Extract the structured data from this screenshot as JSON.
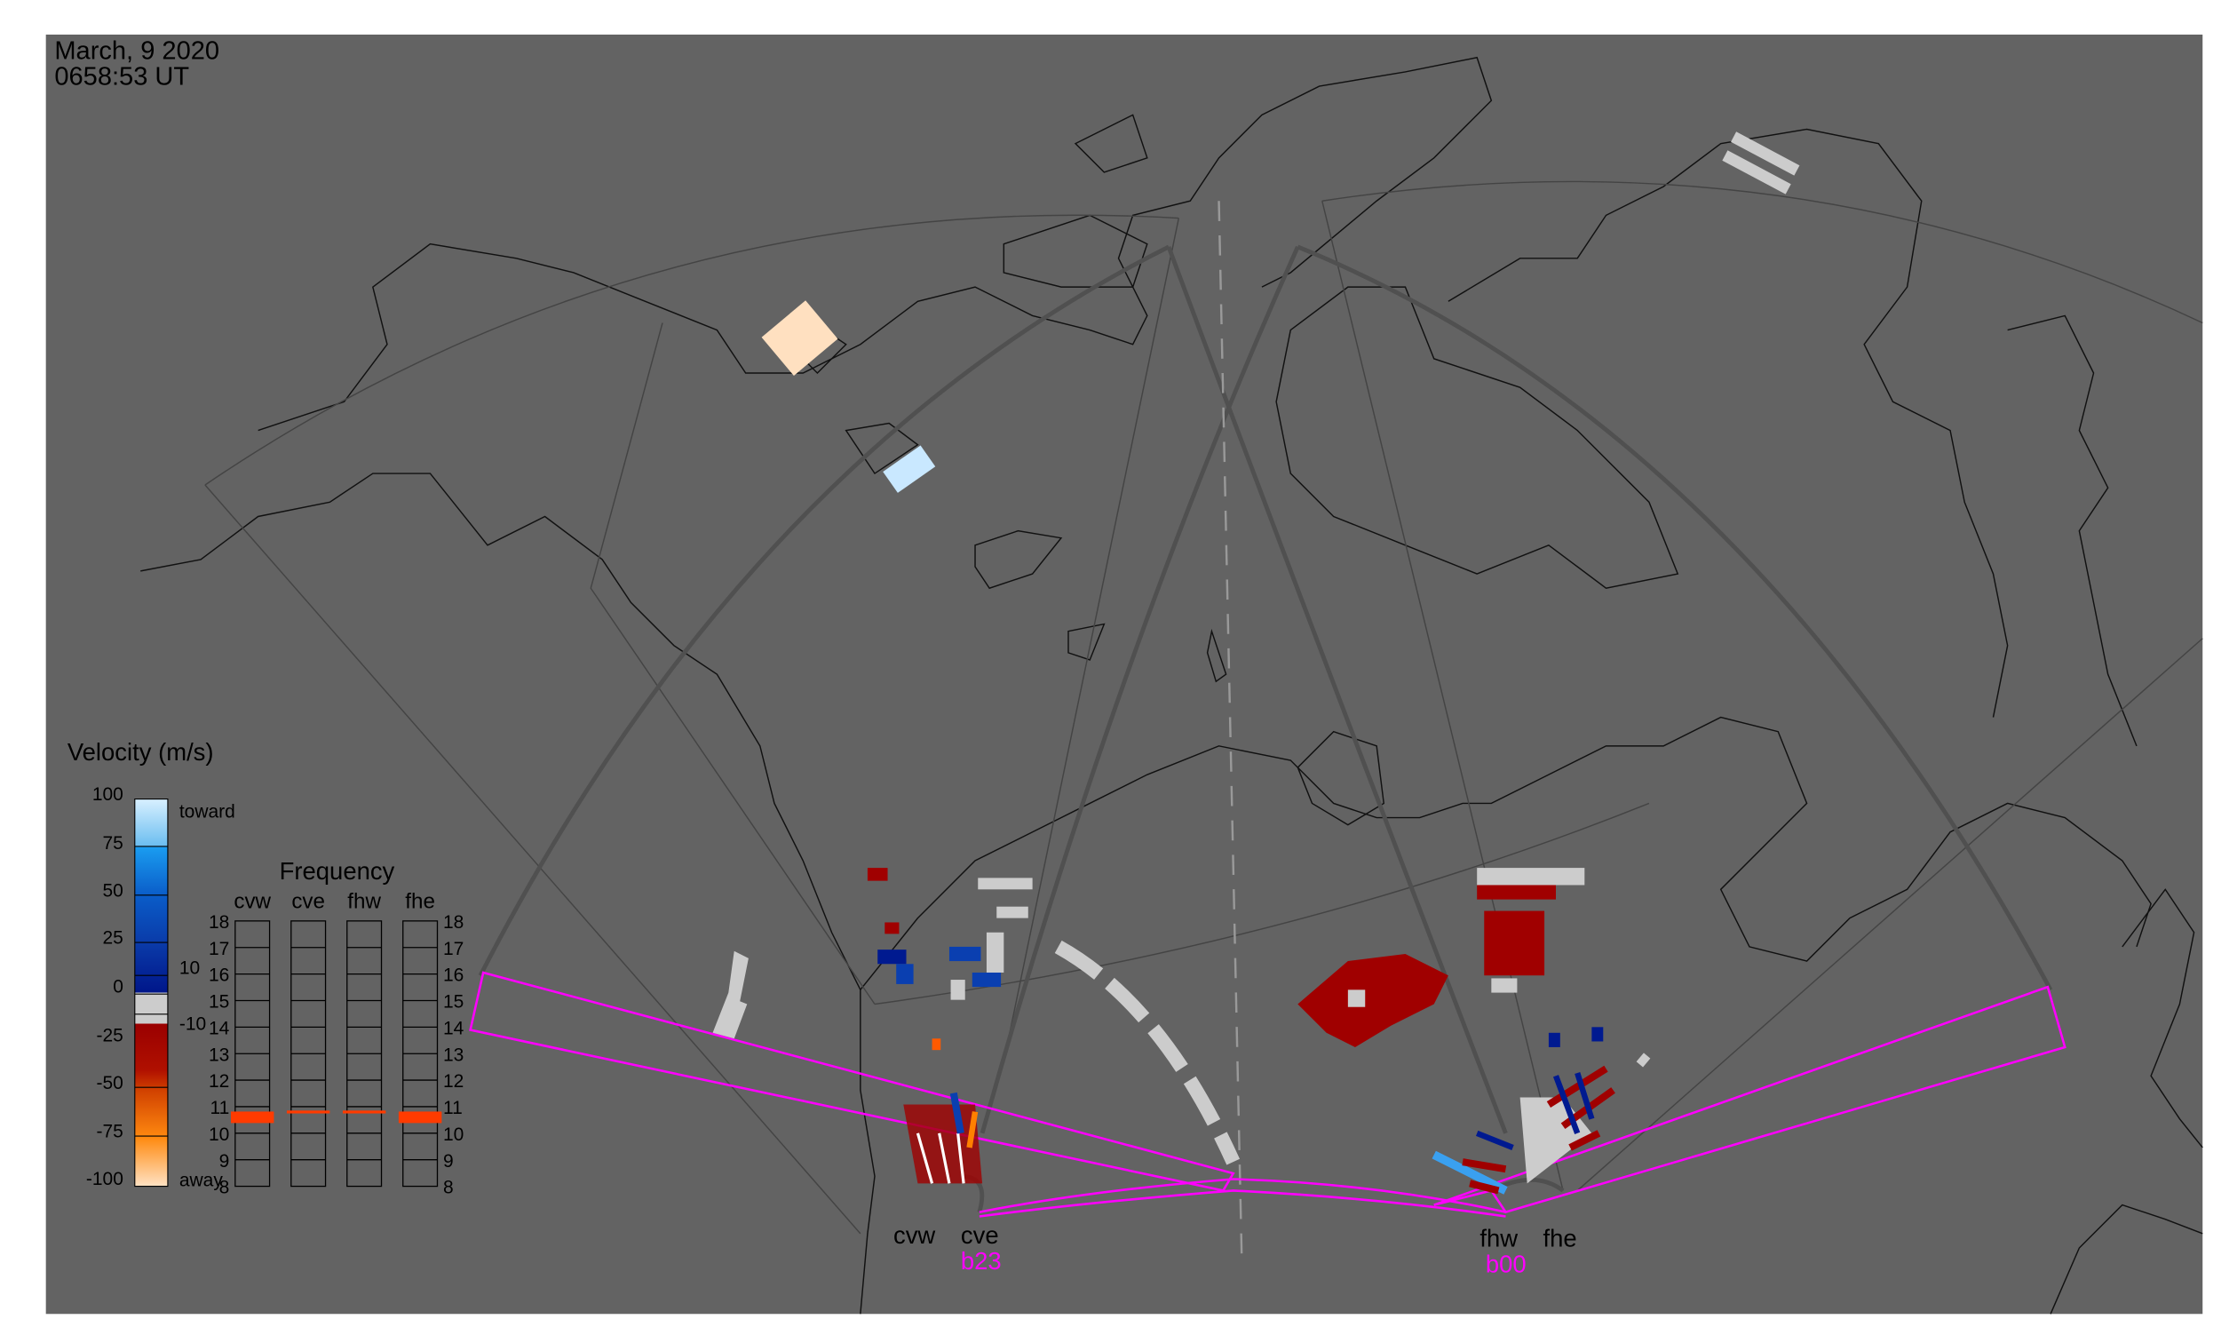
{
  "header": {
    "date": "March, 9 2020",
    "time": "0658:53 UT"
  },
  "velocity_legend": {
    "title": "Velocity (m/s)",
    "ticks": [
      "100",
      "75",
      "50",
      "25",
      "0",
      "-25",
      "-50",
      "-75",
      "-100"
    ],
    "toward_label": "toward",
    "away_label": "away",
    "inner_ticks": [
      "10",
      "-10"
    ],
    "colors": [
      "#c9e8ff",
      "#3aa0f0",
      "#0a4fc0",
      "#001a90",
      "#cccccc",
      "#a00000",
      "#cc3000",
      "#ff8000",
      "#ffd8b0"
    ]
  },
  "frequency_legend": {
    "title": "Frequency",
    "radars": [
      "cvw",
      "cve",
      "fhw",
      "fhe"
    ],
    "ticks": [
      "18",
      "17",
      "16",
      "15",
      "14",
      "13",
      "12",
      "11",
      "10",
      "9",
      "8"
    ],
    "selected_mhz": {
      "cvw": 10.6,
      "cve": 10.8,
      "fhw": 10.8,
      "fhe": 10.6
    },
    "marker_color": "#ff3b00"
  },
  "radar_sites": {
    "christmas_valley": {
      "west": "cvw",
      "east": "cve",
      "beam_label": "b23"
    },
    "fort_hays": {
      "west": "fhw",
      "east": "fhe",
      "beam_label": "b00"
    }
  },
  "colors": {
    "background": "#636363",
    "beam_outline": "#ff00ff"
  }
}
